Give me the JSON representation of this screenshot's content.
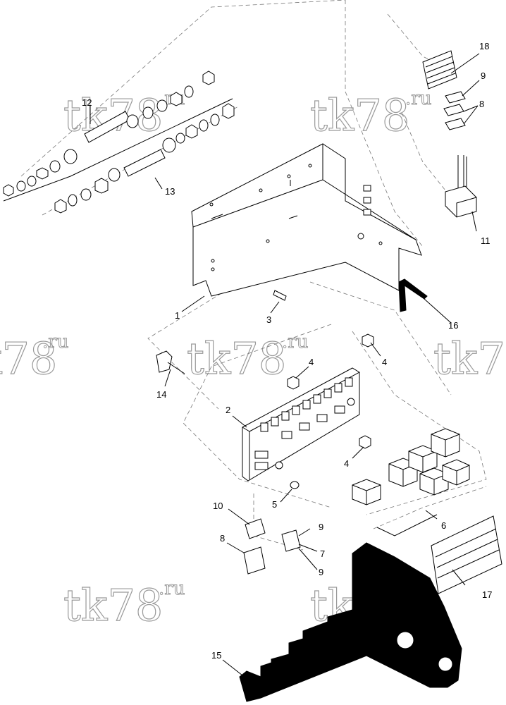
{
  "watermark": {
    "text": "tk78",
    "suffix": ".ru"
  },
  "callouts": [
    {
      "id": "c1",
      "label": "1"
    },
    {
      "id": "c2",
      "label": "2"
    },
    {
      "id": "c3",
      "label": "3"
    },
    {
      "id": "c4a",
      "label": "4"
    },
    {
      "id": "c4b",
      "label": "4"
    },
    {
      "id": "c4c",
      "label": "4"
    },
    {
      "id": "c5",
      "label": "5"
    },
    {
      "id": "c6",
      "label": "6"
    },
    {
      "id": "c7",
      "label": "7"
    },
    {
      "id": "c8a",
      "label": "8"
    },
    {
      "id": "c8b",
      "label": "8"
    },
    {
      "id": "c9a",
      "label": "9"
    },
    {
      "id": "c9b",
      "label": "9"
    },
    {
      "id": "c9c",
      "label": "9"
    },
    {
      "id": "c10",
      "label": "10"
    },
    {
      "id": "c11",
      "label": "11"
    },
    {
      "id": "c12",
      "label": "12"
    },
    {
      "id": "c13",
      "label": "13"
    },
    {
      "id": "c14",
      "label": "14"
    },
    {
      "id": "c15",
      "label": "15"
    },
    {
      "id": "c16",
      "label": "16"
    },
    {
      "id": "c17",
      "label": "17"
    },
    {
      "id": "c18",
      "label": "18"
    }
  ]
}
